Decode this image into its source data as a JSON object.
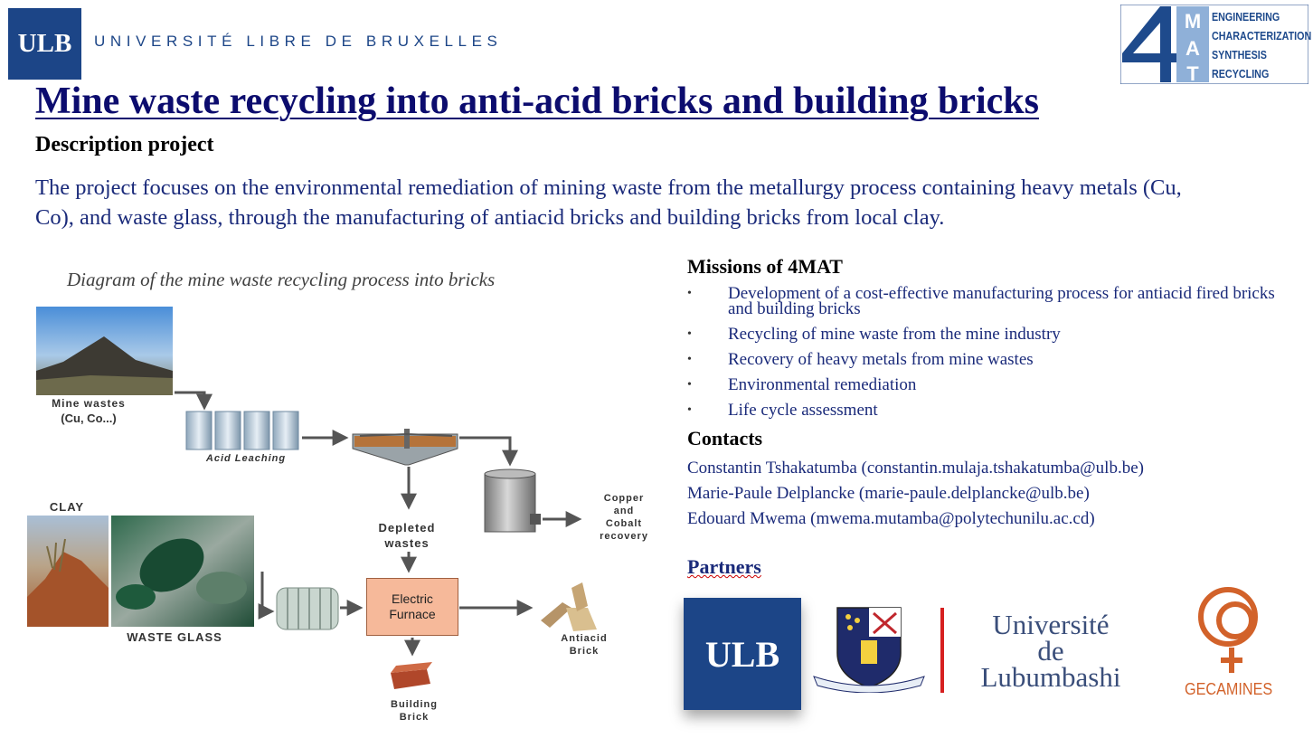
{
  "header": {
    "ulb_logo": "ULB",
    "university_name": "UNIVERSITÉ LIBRE DE BRUXELLES",
    "fourmat_logo": {
      "mark": "4MAT",
      "lines": [
        "ENGINEERING",
        "CHARACTERIZATION",
        "SYNTHESIS",
        "RECYCLING"
      ]
    }
  },
  "title": "Mine waste recycling into anti-acid bricks and building bricks",
  "subtitle": "Description project",
  "description": "The project focuses on the environmental remediation of mining waste from the metallurgy process containing heavy metals (Cu, Co), and waste glass, through the manufacturing of antiacid bricks and building bricks from local clay.",
  "diagram": {
    "caption": "Diagram of the mine waste recycling process into bricks",
    "labels": {
      "mine_wastes": "Mine wastes",
      "mine_wastes_sub": "(Cu, Co...)",
      "acid_leaching": "Acid Leaching",
      "depleted_wastes_1": "Depleted",
      "depleted_wastes_2": "wastes",
      "copper_1": "Copper",
      "copper_2": "and",
      "copper_3": "Cobalt",
      "copper_4": "recovery",
      "clay": "CLAY",
      "waste_glass": "WASTE GLASS",
      "furnace_1": "Electric",
      "furnace_2": "Furnace",
      "antiacid_1": "Antiacid",
      "antiacid_2": "Brick",
      "building_1": "Building",
      "building_2": "Brick"
    }
  },
  "missions": {
    "heading": "Missions of 4MAT",
    "bullet": "•",
    "items": [
      "Development of a cost-effective manufacturing process for antiacid fired bricks and building bricks",
      "Recycling of mine waste from the mine industry",
      "Recovery of heavy metals from mine wastes",
      "Environmental remediation",
      "Life cycle assessment"
    ]
  },
  "contacts": {
    "heading": "Contacts",
    "items": [
      "Constantin Tshakatumba (constantin.mulaja.tshakatumba@ulb.be)",
      "Marie-Paule Delplancke (marie-paule.delplancke@ulb.be)",
      "Edouard Mwema (mwema.mutamba@polytechunilu.ac.cd)"
    ]
  },
  "partners": {
    "heading": "Partners",
    "ulb": "ULB",
    "unilu_1": "Université",
    "unilu_2": "de",
    "unilu_3": "Lubumbashi",
    "gecamines": "GECAMINES",
    "colors": {
      "ulb_blue": "#1c4587",
      "gecamines_orange": "#d2622a",
      "unilu_red": "#d62020"
    }
  }
}
